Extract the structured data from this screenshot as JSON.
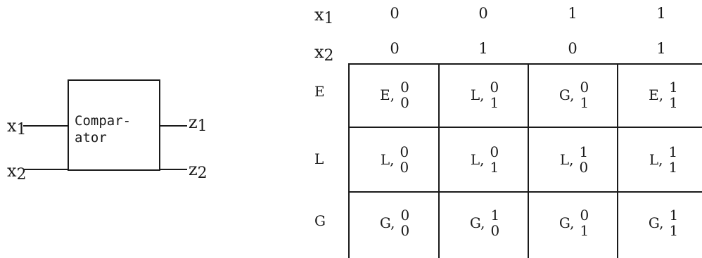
{
  "comparator": {
    "label_line1": "Compar-",
    "label_line2": "ator",
    "inputs": [
      {
        "var": "x",
        "sub": "1"
      },
      {
        "var": "x",
        "sub": "2"
      }
    ],
    "outputs": [
      {
        "var": "z",
        "sub": "1"
      },
      {
        "var": "z",
        "sub": "2"
      }
    ]
  },
  "table": {
    "input_headers": [
      {
        "var": "x",
        "sub": "1",
        "values": [
          "0",
          "0",
          "1",
          "1"
        ]
      },
      {
        "var": "x",
        "sub": "2",
        "values": [
          "0",
          "1",
          "0",
          "1"
        ]
      }
    ],
    "rows": [
      {
        "state": "E",
        "cells": [
          {
            "next": "E,",
            "z1": "0",
            "z2": "0"
          },
          {
            "next": "L,",
            "z1": "0",
            "z2": "1"
          },
          {
            "next": "G,",
            "z1": "0",
            "z2": "1"
          },
          {
            "next": "E,",
            "z1": "1",
            "z2": "1"
          }
        ]
      },
      {
        "state": "L",
        "cells": [
          {
            "next": "L,",
            "z1": "0",
            "z2": "0"
          },
          {
            "next": "L,",
            "z1": "0",
            "z2": "1"
          },
          {
            "next": "L,",
            "z1": "1",
            "z2": "0"
          },
          {
            "next": "L,",
            "z1": "1",
            "z2": "1"
          }
        ]
      },
      {
        "state": "G",
        "cells": [
          {
            "next": "G,",
            "z1": "0",
            "z2": "0"
          },
          {
            "next": "G,",
            "z1": "1",
            "z2": "0"
          },
          {
            "next": "G,",
            "z1": "0",
            "z2": "1"
          },
          {
            "next": "G,",
            "z1": "1",
            "z2": "1"
          }
        ]
      }
    ]
  }
}
